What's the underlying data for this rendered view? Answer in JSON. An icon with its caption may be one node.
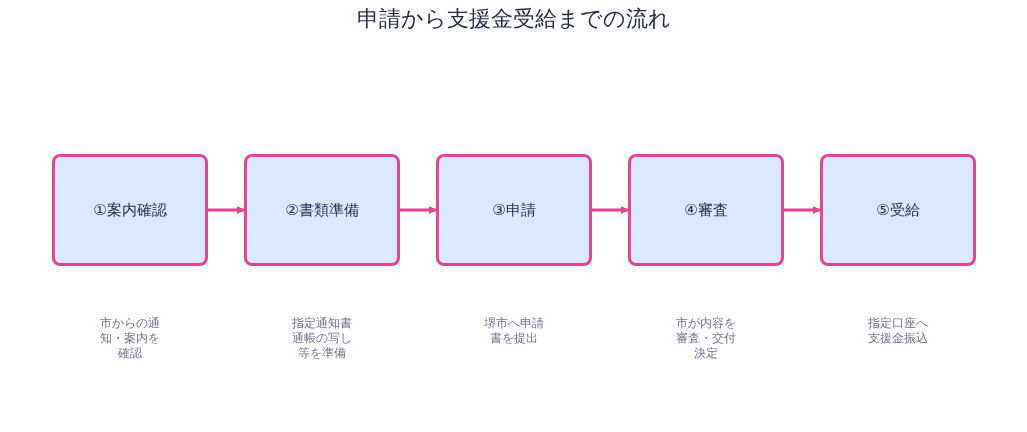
{
  "diagram": {
    "title": "申請から支援金受給までの流れ",
    "nodes": [
      {
        "text": [
          "①案内確認"
        ]
      },
      {
        "text": [
          "②書類準備"
        ]
      },
      {
        "text": [
          "③申請"
        ]
      },
      {
        "text": [
          "④審査"
        ]
      },
      {
        "text": [
          "⑤受給"
        ]
      }
    ],
    "edges": [
      {
        "from": 0,
        "to": 1,
        "arrow": "to"
      },
      {
        "from": 1,
        "to": 2,
        "arrow": "to"
      },
      {
        "from": 2,
        "to": 3,
        "arrow": "to"
      },
      {
        "from": 3,
        "to": 4,
        "arrow": "to"
      }
    ],
    "labels": [
      "市からの通知・案内を確認",
      "指定通知書通帳の写し等を準備",
      "堺市へ申請書を提出",
      "市が内容を審査・交付決定",
      "指定口座へ支援金振込"
    ]
  }
}
